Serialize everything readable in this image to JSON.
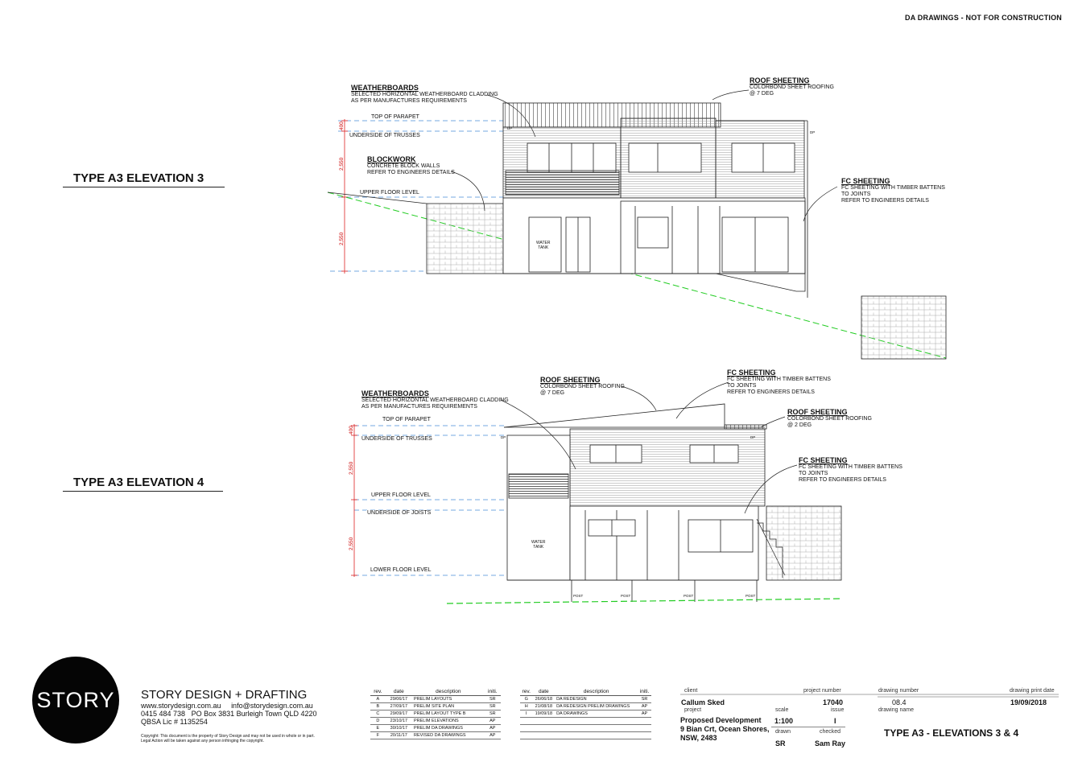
{
  "header": {
    "notice": "DA DRAWINGS - NOT FOR CONSTRUCTION"
  },
  "elevation3": {
    "title": "TYPE A3  ELEVATION 3",
    "annotations": {
      "weatherboards": {
        "title": "WEATHERBOARDS",
        "desc": [
          "SELECTED HORIZONTAL WEATHERBOARD CLADDING",
          "AS PER MANUFACTURES REQUIREMENTS"
        ]
      },
      "roof": {
        "title": "ROOF SHEETING",
        "desc": [
          "COLORBOND SHEET ROOFING",
          "@ 7 DEG"
        ]
      },
      "blockwork": {
        "title": "BLOCKWORK",
        "desc": [
          "CONCRETE BLOCK WALLS",
          "REFER TO ENGINEERS DETAILS"
        ]
      },
      "fc": {
        "title": "FC SHEETING",
        "desc": [
          "FC SHEETING WITH TIMBER BATTENS",
          "TO JOINTS",
          "REFER TO ENGINEERS DETAILS"
        ]
      }
    },
    "levels": [
      "TOP OF PARAPET",
      "UNDERSIDE OF TRUSSES",
      "UPPER FLOOR LEVEL"
    ],
    "dims": [
      "400",
      "2,550",
      "2,550"
    ],
    "tank": [
      "WATER",
      "TANK"
    ],
    "dp": "DP"
  },
  "elevation4": {
    "title": "TYPE A3 ELEVATION 4",
    "annotations": {
      "weatherboards": {
        "title": "WEATHERBOARDS",
        "desc": [
          "SELECTED HORIZONTAL WEATHERBOARD CLADDING",
          "AS PER MANUFACTURES REQUIREMENTS"
        ]
      },
      "roof1": {
        "title": "ROOF SHEETING",
        "desc": [
          "COLORBOND SHEET ROOFING",
          "@ 7 DEG"
        ]
      },
      "fc1": {
        "title": "FC SHEETING",
        "desc": [
          "FC SHEETING WITH TIMBER BATTENS",
          "TO JOINTS",
          "REFER TO ENGINEERS DETAILS"
        ]
      },
      "roof2": {
        "title": "ROOF SHEETING",
        "desc": [
          "COLORBOND SHEET ROOFING",
          "@ 2 DEG"
        ]
      },
      "fc2": {
        "title": "FC SHEETING",
        "desc": [
          "FC SHEETING WITH TIMBER BATTENS",
          "TO JOINTS",
          "REFER TO ENGINEERS DETAILS"
        ]
      }
    },
    "levels": [
      "TOP OF PARAPET",
      "UNDERSIDE OF TRUSSES",
      "UPPER FLOOR LEVEL",
      "UNDERSIDE OF JOISTS",
      "LOWER FLOOR LEVEL"
    ],
    "dims": [
      "400",
      "2,550",
      "2,550"
    ],
    "tank": [
      "WATER",
      "TANK"
    ],
    "post": "POST",
    "dp": "DP"
  },
  "firm": {
    "logo": "STORY",
    "name": "STORY DESIGN + DRAFTING",
    "web": "www.storydesign.com.au",
    "email": "info@storydesign.com.au",
    "phone": "0415 484 738",
    "address": "PO Box 3831 Burleigh Town QLD 4220",
    "qbsa": "QBSA Lic # 1135254",
    "copyright": "Copyright: This document is the property of Story Design and may not be used in whole or in part. Legal Action will be taken against any person infringing the copyright."
  },
  "revisions": {
    "headers": [
      "rev.",
      "date",
      "description",
      "initi."
    ],
    "left": [
      [
        "A",
        "29/06/17",
        "PRELIM LAYOUTS",
        "SR"
      ],
      [
        "B",
        "27/09/17",
        "PRELIM SITE PLAN",
        "SR"
      ],
      [
        "C",
        "29/09/17",
        "PRELIM LAYOUT TYPE B",
        "SR"
      ],
      [
        "D",
        "23/10/17",
        "PRELIM ELEVATIONS",
        "AP"
      ],
      [
        "E",
        "30/10/17",
        "PRELIM DA DRAWINGS",
        "AP"
      ],
      [
        "F",
        "20/11/17",
        "REVISED DA DRAWINGS",
        "AP"
      ]
    ],
    "right": [
      [
        "G",
        "26/06/18",
        "DA REDESIGN",
        "SR"
      ],
      [
        "H",
        "21/08/18",
        "DA REDESIGN PRELIM DRAWINGS",
        "AP"
      ],
      [
        "I",
        "19/09/18",
        "DA DRAWINGS",
        "AP"
      ],
      [
        "",
        "",
        "",
        ""
      ],
      [
        "",
        "",
        "",
        ""
      ],
      [
        "",
        "",
        "",
        ""
      ]
    ]
  },
  "titleblock": {
    "client_label": "client",
    "client": "Callum Sked",
    "project_number_label": "project number",
    "project_number": "17040",
    "drawing_number_label": "drawing number",
    "drawing_number": "08.4",
    "print_date_label": "drawing print date",
    "print_date": "19/09/2018",
    "project_label": "project",
    "project": [
      "Proposed Development",
      "9 Bian Crt, Ocean Shores,",
      "NSW, 2483"
    ],
    "scale_label": "scale",
    "scale": "1:100",
    "issue_label": "issue",
    "issue": "I",
    "drawing_name_label": "drawing name",
    "drawing_name": "TYPE A3 - ELEVATIONS 3 & 4",
    "drawn_label": "drawn",
    "drawn": "SR",
    "checked_label": "checked",
    "checked": "Sam Ray"
  }
}
